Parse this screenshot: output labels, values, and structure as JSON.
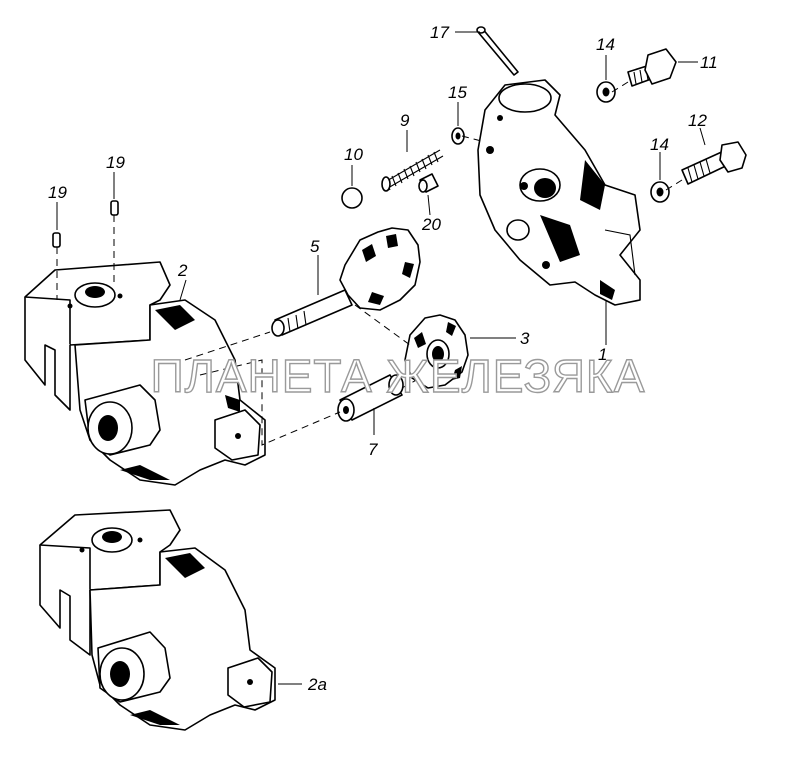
{
  "watermark": "ПЛАНЕТА ЖЕЛЕЗЯКА",
  "callouts": {
    "c1": "1",
    "c2": "2",
    "c2a": "2а",
    "c3": "3",
    "c5": "5",
    "c7": "7",
    "c9": "9",
    "c10": "10",
    "c11": "11",
    "c12": "12",
    "c14a": "14",
    "c14b": "14",
    "c15": "15",
    "c17": "17",
    "c19a": "19",
    "c19b": "19",
    "c20": "20"
  }
}
